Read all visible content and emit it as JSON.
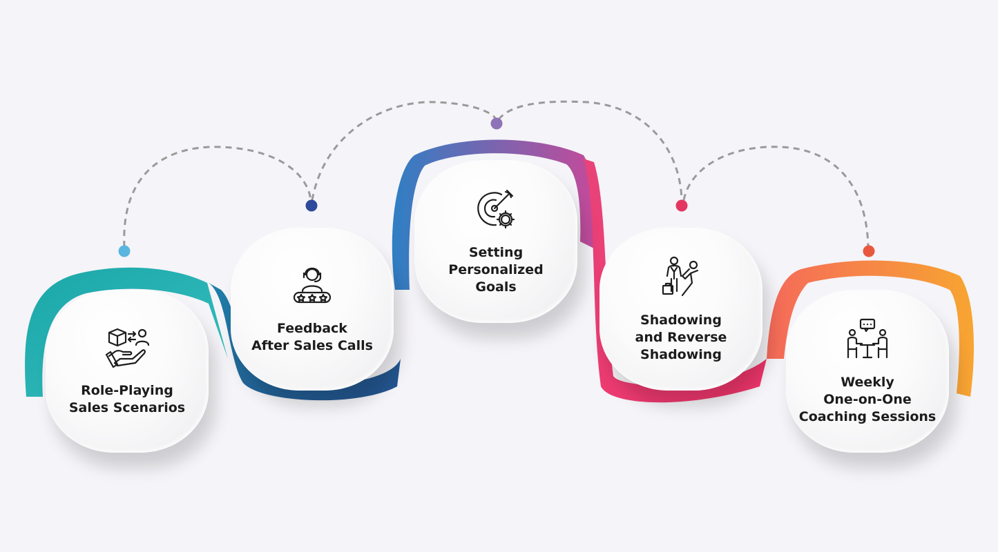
{
  "steps": [
    {
      "label": "Role-Playing\nSales Scenarios",
      "icon": "role-play-exchange-icon",
      "color_start": "#1aa6a8",
      "color_end": "#38bfbf",
      "dot_color": "#5ab6de"
    },
    {
      "label": "Feedback\nAfter Sales Calls",
      "icon": "headset-rating-icon",
      "color_start": "#1f7fa8",
      "color_end": "#24508c",
      "dot_color": "#2e4a9a"
    },
    {
      "label": "Setting\nPersonalized\nGoals",
      "icon": "target-gear-icon",
      "color_start": "#2f7fc4",
      "color_end": "#c44a9a",
      "dot_color": "#8e73b8"
    },
    {
      "label": "Shadowing\nand Reverse\nShadowing",
      "icon": "mentor-shadow-icon",
      "color_start": "#e8447a",
      "color_end": "#f0346a",
      "dot_color": "#e33762"
    },
    {
      "label": "Weekly\nOne-on-One\nCoaching Sessions",
      "icon": "meeting-chat-icon",
      "color_start": "#f56a5a",
      "color_end": "#f7a531",
      "dot_color": "#e8583f"
    }
  ],
  "colors": {
    "background": "#f5f4f8",
    "connector": "#9a9a9a",
    "text": "#1c1c1c"
  }
}
